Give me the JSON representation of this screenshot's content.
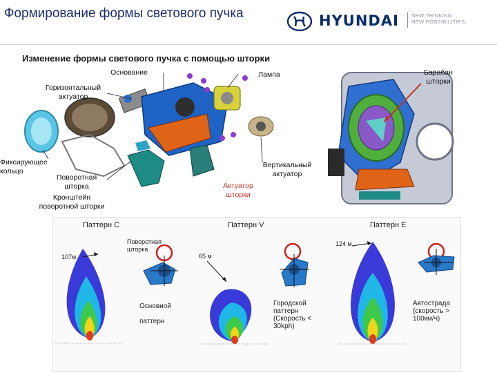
{
  "slide": {
    "title": "Формирование формы светового пучка",
    "subtitle": "Изменение формы светового пучка с помощью шторки"
  },
  "brand": {
    "logo_text": "HYUNDAI",
    "tagline": "NEW THINKING.\nNEW POSSIBILITIES.",
    "color": "#0b2d6b"
  },
  "labels": {
    "base": "Основание",
    "lamp": "Лампа",
    "drum": "Барабан\nшторки",
    "horizontal_actuator": "Горизонтальный\nактуатор",
    "fixing_ring": "Фиксирующее\nкольцо",
    "rotary_shutter": "Поворотная\nшторка",
    "bracket": "Кронштейн\nповоротной шторки",
    "vertical_actuator": "Вертикальный\nактуатор",
    "shutter_actuator": "Актуатор\nшторки"
  },
  "patterns": {
    "c": {
      "name": "Паттерн C",
      "distance": "107м",
      "shutter_note": "Поворотная\nшторка",
      "caption": "Основной\n\nпаттерн"
    },
    "v": {
      "name": "Паттерн V",
      "distance": "65 м",
      "caption": "Городской\nпаттерн\n(Скорость <\n30kph)"
    },
    "e": {
      "name": "Паттерн E",
      "distance": "124 м",
      "caption": "Автострада\n(скорость >\n100км/ч)"
    }
  },
  "colors": {
    "title": "#1a2e6e",
    "accent_red": "#c0392b",
    "beam_outer": "#3a3ad8",
    "beam_mid": "#1fb7e6",
    "beam_green": "#3fc94a",
    "beam_yellow": "#f2d41c",
    "beam_core": "#e23a1c"
  }
}
